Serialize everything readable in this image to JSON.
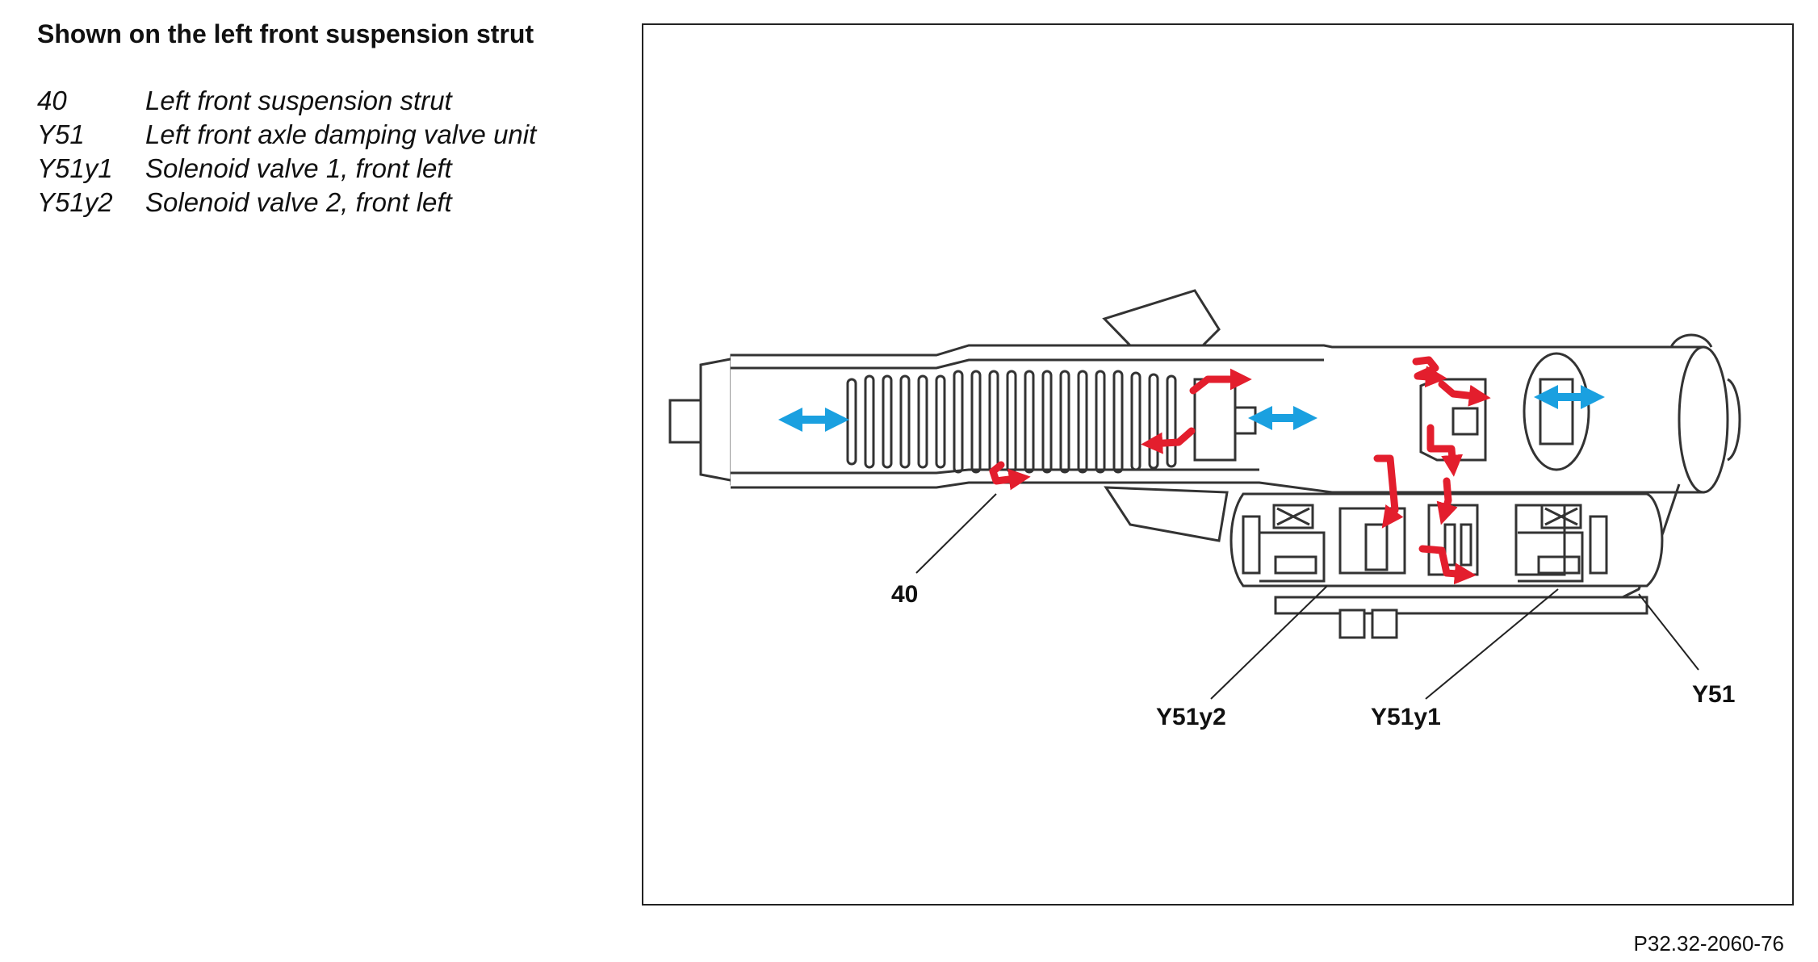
{
  "heading": "Shown on the left front suspension strut",
  "legend": [
    {
      "code": "40",
      "desc": "Left front suspension strut"
    },
    {
      "code": "Y51",
      "desc": "Left front axle damping valve unit"
    },
    {
      "code": "Y51y1",
      "desc": "Solenoid valve 1, front left"
    },
    {
      "code": "Y51y2",
      "desc": "Solenoid valve 2, front left"
    }
  ],
  "callouts": {
    "c40": "40",
    "y51y2": "Y51y2",
    "y51y1": "Y51y1",
    "y51": "Y51"
  },
  "figure_ref": "P32.32-2060-76",
  "colors": {
    "flow_arrow": "#e31e2d",
    "motion_arrow": "#1aa0e0",
    "outline": "#333333"
  }
}
